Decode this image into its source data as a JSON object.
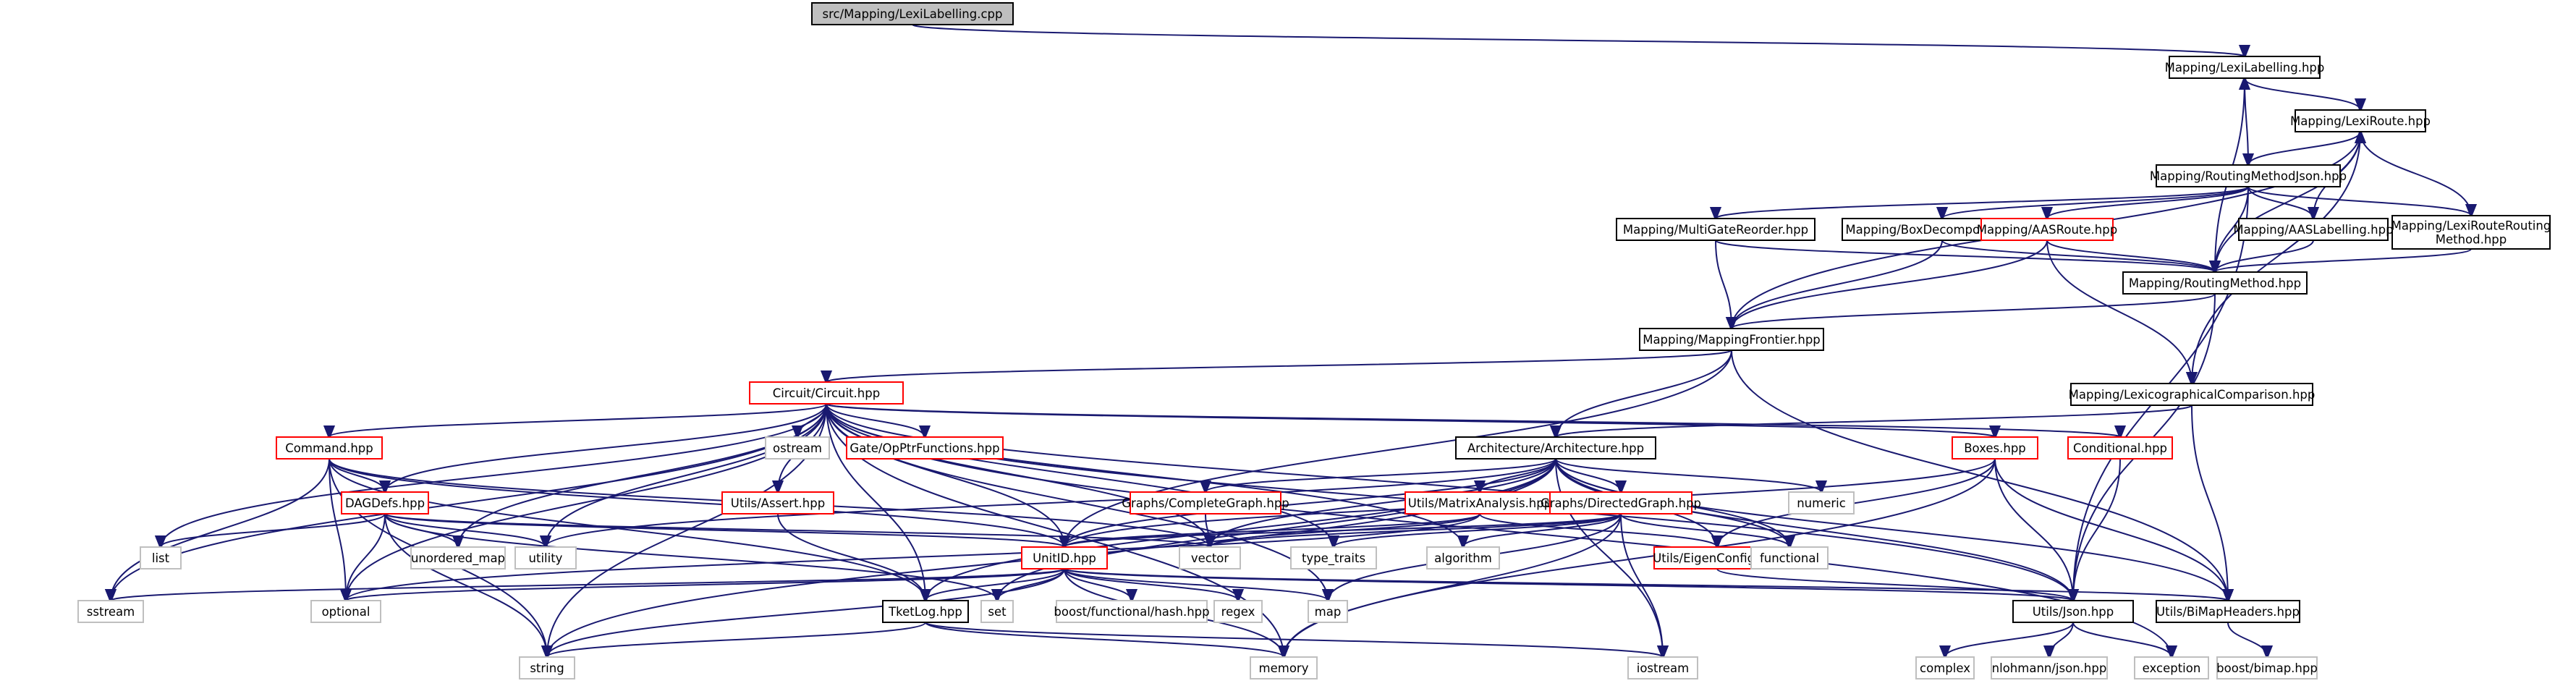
{
  "graph": {
    "title": "src/Mapping/LexiLabelling.cpp",
    "colors": {
      "edge": "#191970",
      "root_fill": "#bfbfbf",
      "doc_border": "#000000",
      "partial_border": "#ff0000",
      "system_border": "#bfbfbf",
      "text": "#000000"
    },
    "nodes": [
      {
        "id": "root",
        "lines": [
          "src/Mapping/LexiLabelling.cpp"
        ],
        "kind": "root"
      },
      {
        "id": "ll_hpp",
        "lines": [
          "Mapping/LexiLabelling.hpp"
        ],
        "kind": "doc"
      },
      {
        "id": "lr",
        "lines": [
          "Mapping/LexiRoute.hpp"
        ],
        "kind": "doc"
      },
      {
        "id": "rmj",
        "lines": [
          "Mapping/RoutingMethodJson.hpp"
        ],
        "kind": "doc"
      },
      {
        "id": "mgr",
        "lines": [
          "Mapping/MultiGateReorder.hpp"
        ],
        "kind": "doc"
      },
      {
        "id": "bd",
        "lines": [
          "Mapping/BoxDecomposition.hpp"
        ],
        "kind": "doc"
      },
      {
        "id": "aas",
        "lines": [
          "Mapping/AASRoute.hpp"
        ],
        "kind": "partial"
      },
      {
        "id": "aasl",
        "lines": [
          "Mapping/AASLabelling.hpp"
        ],
        "kind": "doc"
      },
      {
        "id": "lrrm",
        "lines": [
          "Mapping/LexiRouteRouting",
          "Method.hpp"
        ],
        "kind": "doc"
      },
      {
        "id": "rm",
        "lines": [
          "Mapping/RoutingMethod.hpp"
        ],
        "kind": "doc"
      },
      {
        "id": "mf",
        "lines": [
          "Mapping/MappingFrontier.hpp"
        ],
        "kind": "doc"
      },
      {
        "id": "lcc",
        "lines": [
          "Mapping/LexicographicalComparison.hpp"
        ],
        "kind": "doc"
      },
      {
        "id": "circ",
        "lines": [
          "Circuit/Circuit.hpp"
        ],
        "kind": "partial"
      },
      {
        "id": "arch",
        "lines": [
          "Architecture/Architecture.hpp"
        ],
        "kind": "doc"
      },
      {
        "id": "boxes",
        "lines": [
          "Boxes.hpp"
        ],
        "kind": "partial"
      },
      {
        "id": "cond",
        "lines": [
          "Conditional.hpp"
        ],
        "kind": "partial"
      },
      {
        "id": "ostream",
        "lines": [
          "ostream"
        ],
        "kind": "system"
      },
      {
        "id": "gate",
        "lines": [
          "Gate/OpPtrFunctions.hpp"
        ],
        "kind": "partial"
      },
      {
        "id": "cmd",
        "lines": [
          "Command.hpp"
        ],
        "kind": "partial"
      },
      {
        "id": "dag",
        "lines": [
          "DAGDefs.hpp"
        ],
        "kind": "partial"
      },
      {
        "id": "assert",
        "lines": [
          "Utils/Assert.hpp"
        ],
        "kind": "partial"
      },
      {
        "id": "cg",
        "lines": [
          "Graphs/CompleteGraph.hpp"
        ],
        "kind": "partial"
      },
      {
        "id": "ma",
        "lines": [
          "Utils/MatrixAnalysis.hpp"
        ],
        "kind": "partial"
      },
      {
        "id": "dg",
        "lines": [
          "Graphs/DirectedGraph.hpp"
        ],
        "kind": "partial"
      },
      {
        "id": "numeric",
        "lines": [
          "numeric"
        ],
        "kind": "system"
      },
      {
        "id": "list",
        "lines": [
          "list"
        ],
        "kind": "system"
      },
      {
        "id": "umap",
        "lines": [
          "unordered_map"
        ],
        "kind": "system"
      },
      {
        "id": "utility",
        "lines": [
          "utility"
        ],
        "kind": "system"
      },
      {
        "id": "unitid",
        "lines": [
          "UnitID.hpp"
        ],
        "kind": "partial"
      },
      {
        "id": "vector",
        "lines": [
          "vector"
        ],
        "kind": "system"
      },
      {
        "id": "tt",
        "lines": [
          "type_traits"
        ],
        "kind": "system"
      },
      {
        "id": "algo",
        "lines": [
          "algorithm"
        ],
        "kind": "system"
      },
      {
        "id": "eig",
        "lines": [
          "Utils/EigenConfig.hpp"
        ],
        "kind": "partial"
      },
      {
        "id": "func",
        "lines": [
          "functional"
        ],
        "kind": "system"
      },
      {
        "id": "sstream",
        "lines": [
          "sstream"
        ],
        "kind": "system"
      },
      {
        "id": "optional",
        "lines": [
          "optional"
        ],
        "kind": "system"
      },
      {
        "id": "tketlog",
        "lines": [
          "TketLog.hpp"
        ],
        "kind": "doc"
      },
      {
        "id": "set",
        "lines": [
          "set"
        ],
        "kind": "system"
      },
      {
        "id": "hash",
        "lines": [
          "boost/functional/hash.hpp"
        ],
        "kind": "system"
      },
      {
        "id": "regex",
        "lines": [
          "regex"
        ],
        "kind": "system"
      },
      {
        "id": "map",
        "lines": [
          "map"
        ],
        "kind": "system"
      },
      {
        "id": "json",
        "lines": [
          "Utils/Json.hpp"
        ],
        "kind": "doc"
      },
      {
        "id": "bimap",
        "lines": [
          "Utils/BiMapHeaders.hpp"
        ],
        "kind": "doc"
      },
      {
        "id": "string",
        "lines": [
          "string"
        ],
        "kind": "system"
      },
      {
        "id": "memory",
        "lines": [
          "memory"
        ],
        "kind": "system"
      },
      {
        "id": "iostream",
        "lines": [
          "iostream"
        ],
        "kind": "system"
      },
      {
        "id": "complex",
        "lines": [
          "complex"
        ],
        "kind": "system"
      },
      {
        "id": "njson",
        "lines": [
          "nlohmann/json.hpp"
        ],
        "kind": "system"
      },
      {
        "id": "exception",
        "lines": [
          "exception"
        ],
        "kind": "system"
      },
      {
        "id": "bbimap",
        "lines": [
          "boost/bimap.hpp"
        ],
        "kind": "system"
      }
    ],
    "edges": [
      [
        "root",
        "ll_hpp"
      ],
      [
        "ll_hpp",
        "lr"
      ],
      [
        "ll_hpp",
        "rm"
      ],
      [
        "lr",
        "rmj"
      ],
      [
        "lr",
        "mf"
      ],
      [
        "lr",
        "lcc"
      ],
      [
        "lr",
        "rm"
      ],
      [
        "rmj",
        "ll_hpp"
      ],
      [
        "rmj",
        "mgr"
      ],
      [
        "rmj",
        "bd"
      ],
      [
        "rmj",
        "aas"
      ],
      [
        "rmj",
        "aasl"
      ],
      [
        "rmj",
        "lrrm"
      ],
      [
        "rmj",
        "rm"
      ],
      [
        "rmj",
        "json"
      ],
      [
        "aasl",
        "lr"
      ],
      [
        "aasl",
        "rm"
      ],
      [
        "lrrm",
        "lr"
      ],
      [
        "lrrm",
        "rm"
      ],
      [
        "mgr",
        "mf"
      ],
      [
        "mgr",
        "rm"
      ],
      [
        "bd",
        "mf"
      ],
      [
        "bd",
        "rm"
      ],
      [
        "aas",
        "mf"
      ],
      [
        "aas",
        "rm"
      ],
      [
        "aas",
        "lcc"
      ],
      [
        "rm",
        "mf"
      ],
      [
        "rm",
        "json"
      ],
      [
        "mf",
        "circ"
      ],
      [
        "mf",
        "arch"
      ],
      [
        "mf",
        "bimap"
      ],
      [
        "mf",
        "unitid"
      ],
      [
        "lcc",
        "arch"
      ],
      [
        "lcc",
        "bimap"
      ],
      [
        "circ",
        "cmd"
      ],
      [
        "circ",
        "dag"
      ],
      [
        "circ",
        "ostream"
      ],
      [
        "circ",
        "gate"
      ],
      [
        "circ",
        "assert"
      ],
      [
        "circ",
        "boxes"
      ],
      [
        "circ",
        "cond"
      ],
      [
        "circ",
        "list"
      ],
      [
        "circ",
        "umap"
      ],
      [
        "circ",
        "utility"
      ],
      [
        "circ",
        "sstream"
      ],
      [
        "circ",
        "optional"
      ],
      [
        "circ",
        "string"
      ],
      [
        "circ",
        "tketlog"
      ],
      [
        "circ",
        "unitid"
      ],
      [
        "circ",
        "vector"
      ],
      [
        "circ",
        "map"
      ],
      [
        "circ",
        "tt"
      ],
      [
        "circ",
        "memory"
      ],
      [
        "circ",
        "algo"
      ],
      [
        "circ",
        "json"
      ],
      [
        "circ",
        "func"
      ],
      [
        "circ",
        "exception"
      ],
      [
        "arch",
        "cg"
      ],
      [
        "arch",
        "ma"
      ],
      [
        "arch",
        "dg"
      ],
      [
        "arch",
        "numeric"
      ],
      [
        "arch",
        "unitid"
      ],
      [
        "arch",
        "vector"
      ],
      [
        "arch",
        "utility"
      ],
      [
        "arch",
        "set"
      ],
      [
        "arch",
        "eig"
      ],
      [
        "arch",
        "json"
      ],
      [
        "arch",
        "bimap"
      ],
      [
        "arch",
        "string"
      ],
      [
        "arch",
        "tketlog"
      ],
      [
        "arch",
        "func"
      ],
      [
        "arch",
        "iostream"
      ],
      [
        "boxes",
        "unitid"
      ],
      [
        "boxes",
        "json"
      ],
      [
        "boxes",
        "bimap"
      ],
      [
        "boxes",
        "eig"
      ],
      [
        "boxes",
        "memory"
      ],
      [
        "cond",
        "json"
      ],
      [
        "cmd",
        "dag"
      ],
      [
        "cmd",
        "unitid"
      ],
      [
        "cmd",
        "sstream"
      ],
      [
        "cmd",
        "optional"
      ],
      [
        "cmd",
        "string"
      ],
      [
        "cmd",
        "tketlog"
      ],
      [
        "cmd",
        "vector"
      ],
      [
        "dag",
        "list"
      ],
      [
        "dag",
        "umap"
      ],
      [
        "dag",
        "utility"
      ],
      [
        "dag",
        "unitid"
      ],
      [
        "dag",
        "vector"
      ],
      [
        "dag",
        "optional"
      ],
      [
        "dag",
        "string"
      ],
      [
        "dag",
        "set"
      ],
      [
        "assert",
        "tketlog"
      ],
      [
        "cg",
        "vector"
      ],
      [
        "ma",
        "eig"
      ],
      [
        "ma",
        "unitid"
      ],
      [
        "ma",
        "vector"
      ],
      [
        "ma",
        "optional"
      ],
      [
        "dg",
        "unitid"
      ],
      [
        "dg",
        "vector"
      ],
      [
        "dg",
        "tt"
      ],
      [
        "dg",
        "algo"
      ],
      [
        "dg",
        "func"
      ],
      [
        "dg",
        "map"
      ],
      [
        "dg",
        "memory"
      ],
      [
        "dg",
        "iostream"
      ],
      [
        "unitid",
        "sstream"
      ],
      [
        "unitid",
        "optional"
      ],
      [
        "unitid",
        "tketlog"
      ],
      [
        "unitid",
        "set"
      ],
      [
        "unitid",
        "hash"
      ],
      [
        "unitid",
        "regex"
      ],
      [
        "unitid",
        "map"
      ],
      [
        "unitid",
        "memory"
      ],
      [
        "unitid",
        "string"
      ],
      [
        "unitid",
        "json"
      ],
      [
        "unitid",
        "bimap"
      ],
      [
        "eig",
        "json"
      ],
      [
        "tketlog",
        "string"
      ],
      [
        "tketlog",
        "memory"
      ],
      [
        "tketlog",
        "iostream"
      ],
      [
        "json",
        "complex"
      ],
      [
        "json",
        "njson"
      ],
      [
        "json",
        "exception"
      ],
      [
        "bimap",
        "bbimap"
      ]
    ]
  }
}
